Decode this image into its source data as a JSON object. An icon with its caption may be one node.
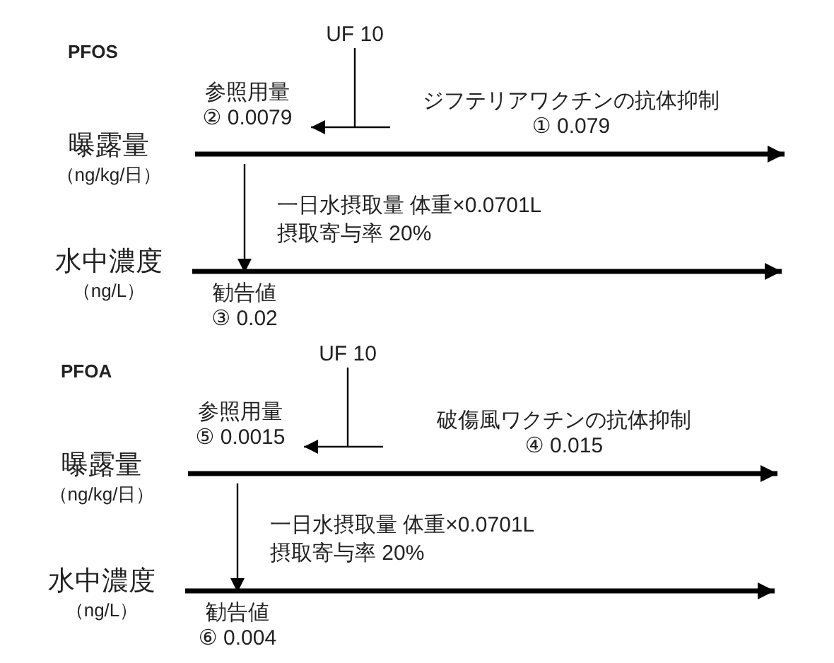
{
  "diagram": {
    "nodes": [
      {
        "text": [
          "UF 10"
        ]
      },
      {
        "text": [
          "参照用量",
          "② 0.0079"
        ]
      },
      {
        "text": [
          "ジフテリアワクチンの抗体抑制",
          "① 0.079"
        ]
      },
      {
        "text": [
          "曝露量",
          "（ng/kg/日）"
        ]
      },
      {
        "text": [
          "勧告値",
          "③ 0.02"
        ]
      },
      {
        "text": [
          "水中濃度",
          "（ng/L）"
        ]
      },
      {
        "text": [
          "UF 10"
        ]
      },
      {
        "text": [
          "参照用量",
          "⑤ 0.0015"
        ]
      },
      {
        "text": [
          "破傷風ワクチンの抗体抑制",
          "④ 0.015"
        ]
      },
      {
        "text": [
          "曝露量",
          "（ng/kg/日）"
        ]
      },
      {
        "text": [
          "勧告値",
          "⑥ 0.004"
        ]
      },
      {
        "text": [
          "水中濃度",
          "（ng/L）"
        ]
      }
    ],
    "edges": [
      {
        "from": 0,
        "to": null,
        "arrow": "none"
      },
      {
        "from": 2,
        "to": 1,
        "arrow": "to"
      },
      {
        "from": 3,
        "to": null,
        "arrow": "to",
        "style": "thick"
      },
      {
        "from": 5,
        "to": null,
        "arrow": "to",
        "style": "thick"
      },
      {
        "from": null,
        "to": 4,
        "arrow": "to"
      },
      {
        "from": 6,
        "to": null,
        "arrow": "none"
      },
      {
        "from": 8,
        "to": 7,
        "arrow": "to"
      },
      {
        "from": 9,
        "to": null,
        "arrow": "to",
        "style": "thick"
      },
      {
        "from": 11,
        "to": null,
        "arrow": "to",
        "style": "thick"
      },
      {
        "from": null,
        "to": 10,
        "arrow": "to"
      }
    ],
    "labels": [
      "PFOS",
      "一日水摂取量 体重×0.0701L",
      "摂取寄与率 20%",
      "PFOA",
      "一日水摂取量 体重×0.0701L",
      "摂取寄与率 20%"
    ]
  }
}
